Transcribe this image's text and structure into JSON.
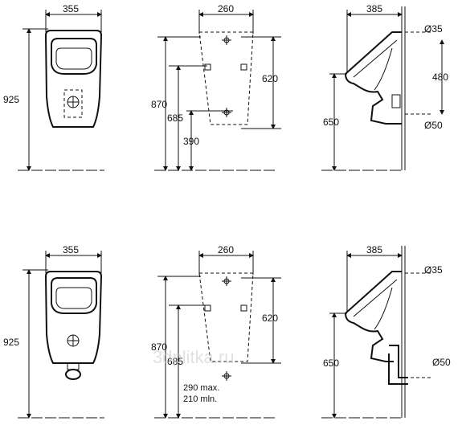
{
  "panels": {
    "top": {
      "front": {
        "width": "355",
        "height": "925"
      },
      "back": {
        "width": "260",
        "height_total": "870",
        "height_upper": "620",
        "height_mid": "685",
        "height_low": "390"
      },
      "side": {
        "depth": "385",
        "inlet": "Ø35",
        "outlet": "Ø50",
        "spacing": "480",
        "height": "650"
      }
    },
    "bottom": {
      "front": {
        "width": "355",
        "height": "925"
      },
      "back": {
        "width": "260",
        "height_total": "870",
        "height_upper": "620",
        "height_mid": "685",
        "note_max": "290 max.",
        "note_min": "210 mln."
      },
      "side": {
        "depth": "385",
        "inlet": "Ø35",
        "outlet": "Ø50",
        "height": "650"
      }
    }
  },
  "watermark": "3dplitka.ru"
}
